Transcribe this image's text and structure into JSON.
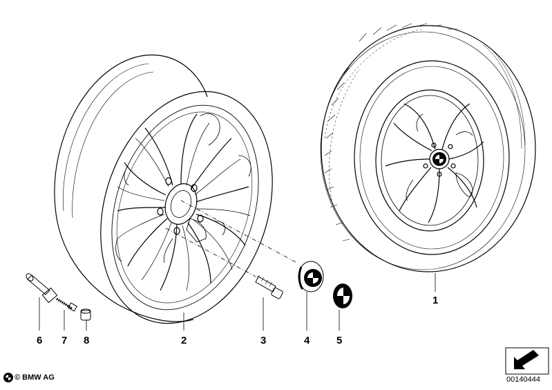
{
  "callouts": {
    "c1": "1",
    "c2": "2",
    "c3": "3",
    "c4": "4",
    "c5": "5",
    "c6": "6",
    "c7": "7",
    "c8": "8"
  },
  "footer": {
    "copyright": "© BMW AG",
    "diagram_number": "00140444"
  },
  "icons": {
    "logo": "bmw-roundel",
    "direction": "arrow-down-left"
  },
  "colors": {
    "line": "#000000",
    "background": "#ffffff",
    "logo_blue": "#000000"
  }
}
